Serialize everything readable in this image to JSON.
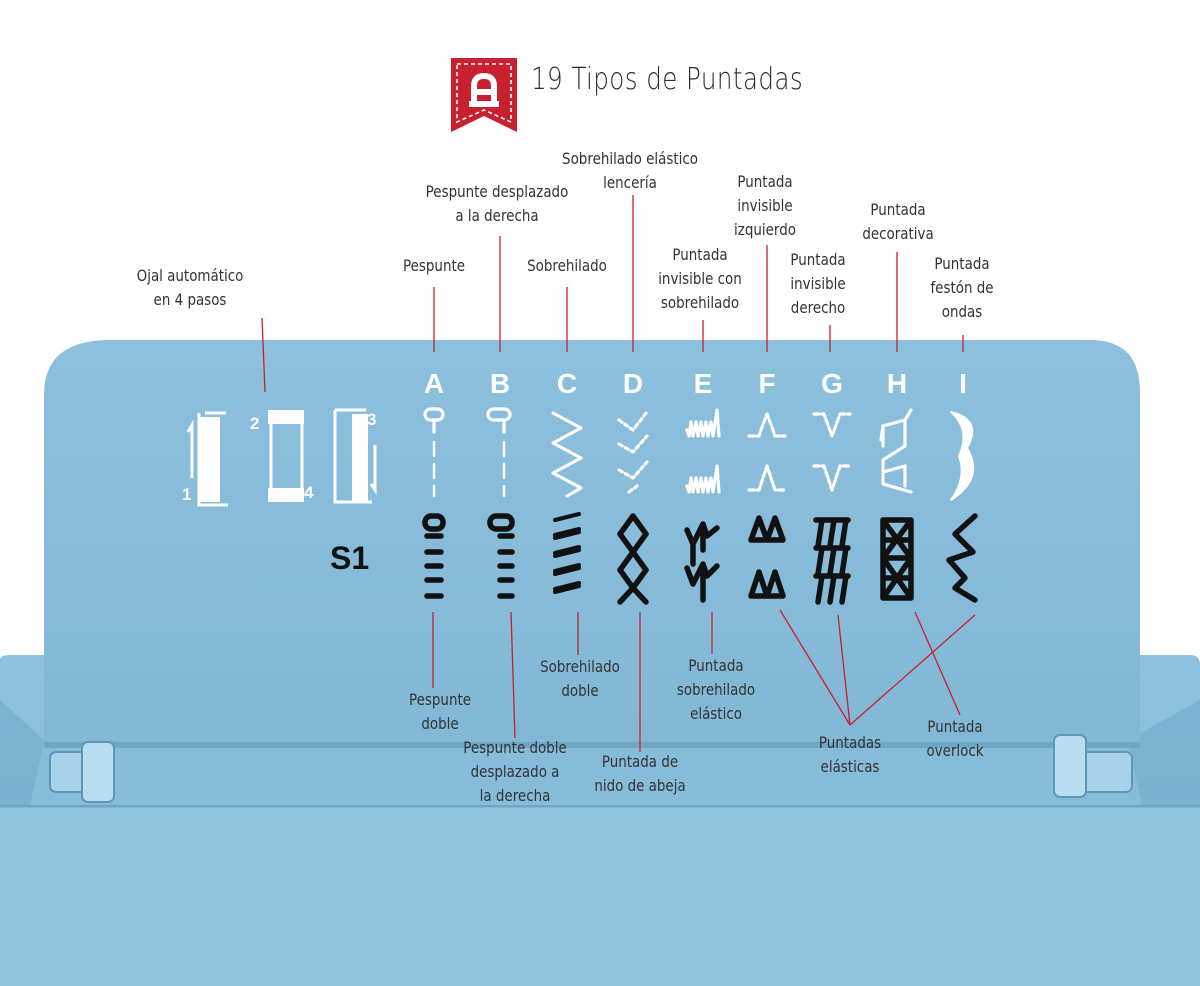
{
  "title": "19 Tipos de Puntadas",
  "badge_letter": "A",
  "colors": {
    "accent": "#c8202f",
    "panel": "#8bbfdc",
    "panel_dark": "#6fa7c7",
    "body": "#93c4df",
    "white_mark": "#ffffff",
    "black_mark": "#111111"
  },
  "buttonhole": {
    "label": "Ojal automático\nen 4 pasos",
    "steps": [
      "1",
      "2",
      "3",
      "4"
    ]
  },
  "row_label": "S1",
  "columns": [
    {
      "letter": "A",
      "icon": "straight-stitch-icon",
      "icon_s1": "triple-straight-stitch-icon"
    },
    {
      "letter": "B",
      "icon": "straight-right-stitch-icon",
      "icon_s1": "triple-straight-right-stitch-icon"
    },
    {
      "letter": "C",
      "icon": "zigzag-stitch-icon",
      "icon_s1": "double-overlock-stitch-icon"
    },
    {
      "letter": "D",
      "icon": "elastic-lingerie-stitch-icon",
      "icon_s1": "honeycomb-stitch-icon"
    },
    {
      "letter": "E",
      "icon": "blind-overlock-stitch-icon",
      "icon_s1": "elastic-overlock-stitch-icon"
    },
    {
      "letter": "F",
      "icon": "blind-left-stitch-icon",
      "icon_s1": "elastic-triangle-stitch-icon"
    },
    {
      "letter": "G",
      "icon": "blind-right-stitch-icon",
      "icon_s1": "elastic-slant-stitch-icon"
    },
    {
      "letter": "H",
      "icon": "decorative-stitch-icon",
      "icon_s1": "overlock-stitch-icon"
    },
    {
      "letter": "I",
      "icon": "scallop-stitch-icon",
      "icon_s1": "elastic-zigzag-stitch-icon"
    }
  ],
  "top_labels": {
    "A": "Pespunte",
    "B": "Pespunte desplazado\na la derecha",
    "C": "Sobrehilado",
    "D": "Sobrehilado elástico\nlencería",
    "E": "Puntada\ninvisible con\nsobrehilado",
    "F": "Puntada\ninvisible\nizquierdo",
    "G": "Puntada\ninvisible\nderecho",
    "H": "Puntada\ndecorativa",
    "I": "Puntada\nfestón de\nondas"
  },
  "bottom_labels": {
    "A": "Pespunte\ndoble",
    "B": "Pespunte doble\ndesplazado a\nla derecha",
    "C": "Sobrehilado\ndoble",
    "D": "Puntada de\nnido de abeja",
    "E": "Puntada\nsobrehilado\nelástico",
    "FGI": "Puntadas\nelásticas",
    "H": "Puntada\noverlock"
  }
}
